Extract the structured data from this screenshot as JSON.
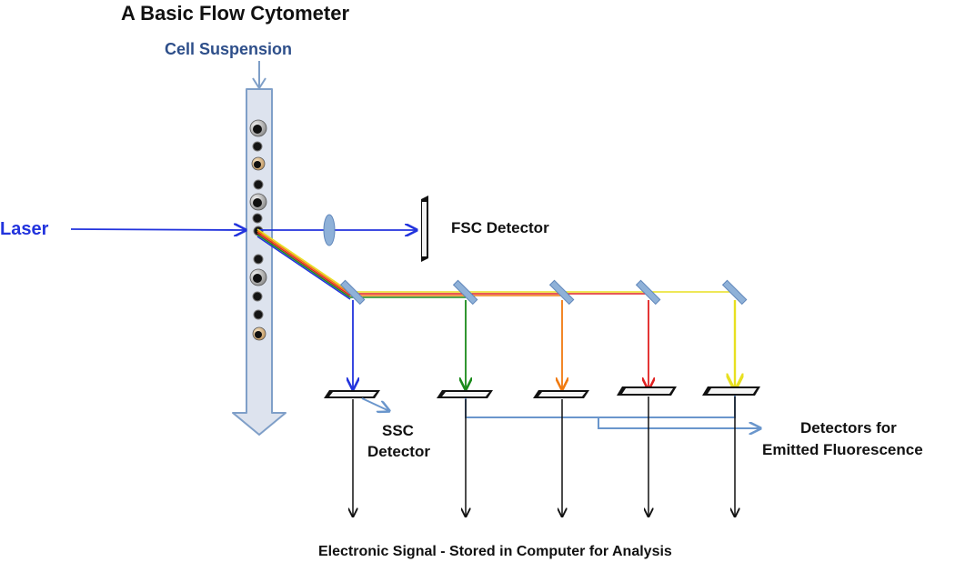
{
  "title": "A Basic Flow Cytometer",
  "labels": {
    "cell_suspension": "Cell Suspension",
    "laser": "Laser",
    "fsc_detector": "FSC Detector",
    "ssc_detector_line1": "SSC",
    "ssc_detector_line2": "Detector",
    "fluor_detectors_line1": "Detectors for",
    "fluor_detectors_line2": "Emitted Fluorescence",
    "electronic_signal": "Electronic Signal - Stored in Computer for Analysis"
  },
  "colors": {
    "laser_blue": "#2233dd",
    "label_blue": "#2e4f8a",
    "flow_fill": "#dde3ee",
    "flow_stroke": "#7f9fc8",
    "mirror": "#8fb1d8",
    "green": "#1a8a1a",
    "orange": "#f07a10",
    "red": "#e02020",
    "yellow": "#e8e020",
    "black": "#111111",
    "connector": "#6a96cc"
  },
  "channels": [
    {
      "name": "blue",
      "color": "#2233dd"
    },
    {
      "name": "green",
      "color": "#1a8a1a"
    },
    {
      "name": "orange",
      "color": "#f07a10"
    },
    {
      "name": "red",
      "color": "#e02020"
    },
    {
      "name": "yellow",
      "color": "#e8e020"
    }
  ]
}
